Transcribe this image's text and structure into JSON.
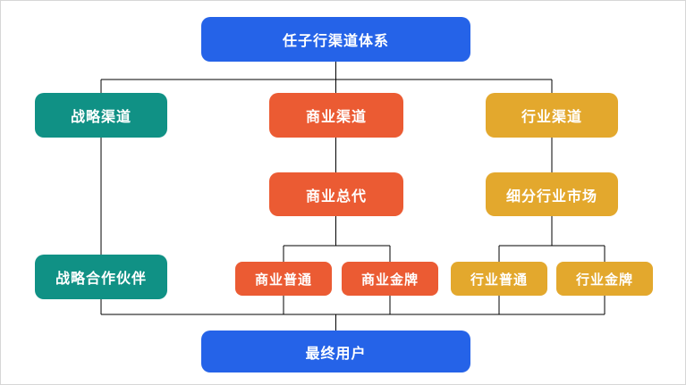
{
  "diagram": {
    "title": "任子行渠道体系",
    "colors": {
      "blue": "#2563e8",
      "teal": "#109185",
      "orange": "#eb5b33",
      "yellow": "#e3a82d",
      "line": "#000000",
      "canvas_background": "#ffffff",
      "canvas_border": "#d6d6d6",
      "node_text": "#ffffff"
    },
    "nodes": {
      "root": {
        "label": "任子行渠道体系",
        "color": "#2563e8"
      },
      "strategic_channel": {
        "label": "战略渠道",
        "color": "#109185"
      },
      "commercial_channel": {
        "label": "商业渠道",
        "color": "#eb5b33"
      },
      "industry_channel": {
        "label": "行业渠道",
        "color": "#e3a82d"
      },
      "commercial_agent": {
        "label": "商业总代",
        "color": "#eb5b33"
      },
      "industry_segment": {
        "label": "细分行业市场",
        "color": "#e3a82d"
      },
      "strategic_partner": {
        "label": "战略合作伙伴",
        "color": "#109185"
      },
      "commercial_normal": {
        "label": "商业普通",
        "color": "#eb5b33"
      },
      "commercial_gold": {
        "label": "商业金牌",
        "color": "#eb5b33"
      },
      "industry_normal": {
        "label": "行业普通",
        "color": "#e3a82d"
      },
      "industry_gold": {
        "label": "行业金牌",
        "color": "#e3a82d"
      }
    },
    "end_user": {
      "label": "最终用户",
      "color": "#2563e8"
    },
    "edges": [
      "root -> strategic_channel",
      "root -> commercial_channel",
      "root -> industry_channel",
      "strategic_channel -> strategic_partner",
      "commercial_channel -> commercial_agent",
      "industry_channel -> industry_segment",
      "commercial_agent -> commercial_normal",
      "commercial_agent -> commercial_gold",
      "industry_segment -> industry_normal",
      "industry_segment -> industry_gold",
      "strategic_partner -> end_user",
      "commercial_normal -> end_user",
      "commercial_gold -> end_user",
      "industry_normal -> end_user",
      "industry_gold -> end_user"
    ]
  }
}
